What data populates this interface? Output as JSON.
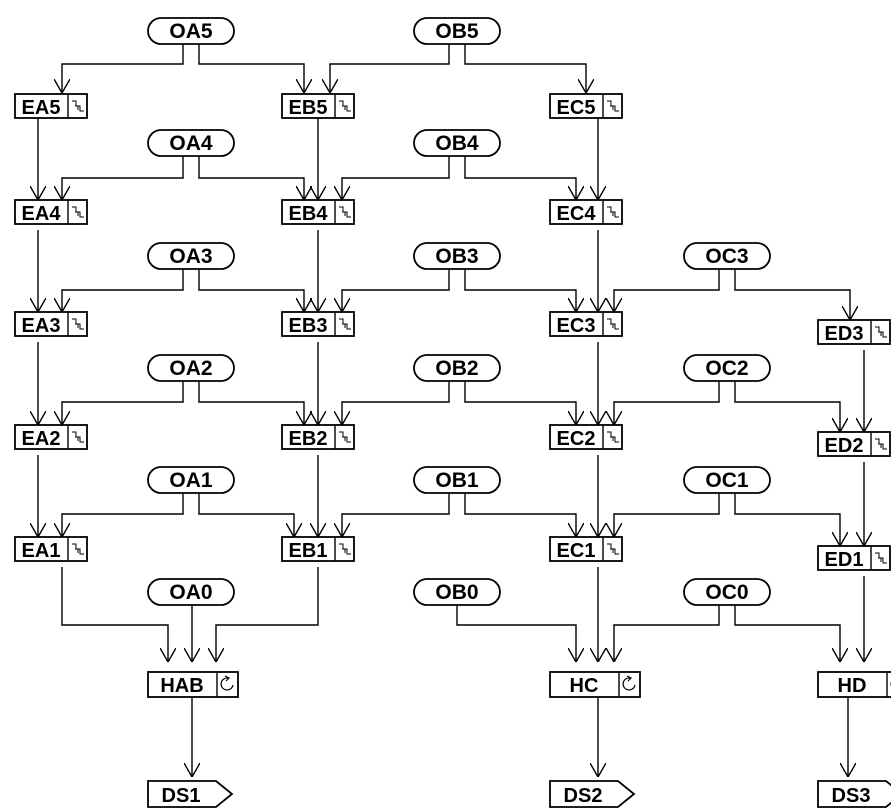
{
  "origins": [
    "OA5",
    "OB5",
    "OA4",
    "OB4",
    "OA3",
    "OB3",
    "OC3",
    "OA2",
    "OB2",
    "OC2",
    "OA1",
    "OB1",
    "OC1",
    "OA0",
    "OB0",
    "OC0"
  ],
  "steps": [
    "EA5",
    "EB5",
    "EC5",
    "EA4",
    "EB4",
    "EC4",
    "EA3",
    "EB3",
    "EC3",
    "ED3",
    "EA2",
    "EB2",
    "EC2",
    "ED2",
    "EA1",
    "EB1",
    "EC1",
    "ED1"
  ],
  "hubs": [
    "HAB",
    "HC",
    "HD"
  ],
  "outputs": [
    "DS1",
    "DS2",
    "DS3"
  ],
  "icons": {
    "step_icon": "stair-step-icon",
    "hub_icon": "loop-arrow-icon",
    "output_shape": "arrow-pentagon"
  },
  "colors": {
    "stroke": "#000000",
    "background": "#ffffff"
  }
}
